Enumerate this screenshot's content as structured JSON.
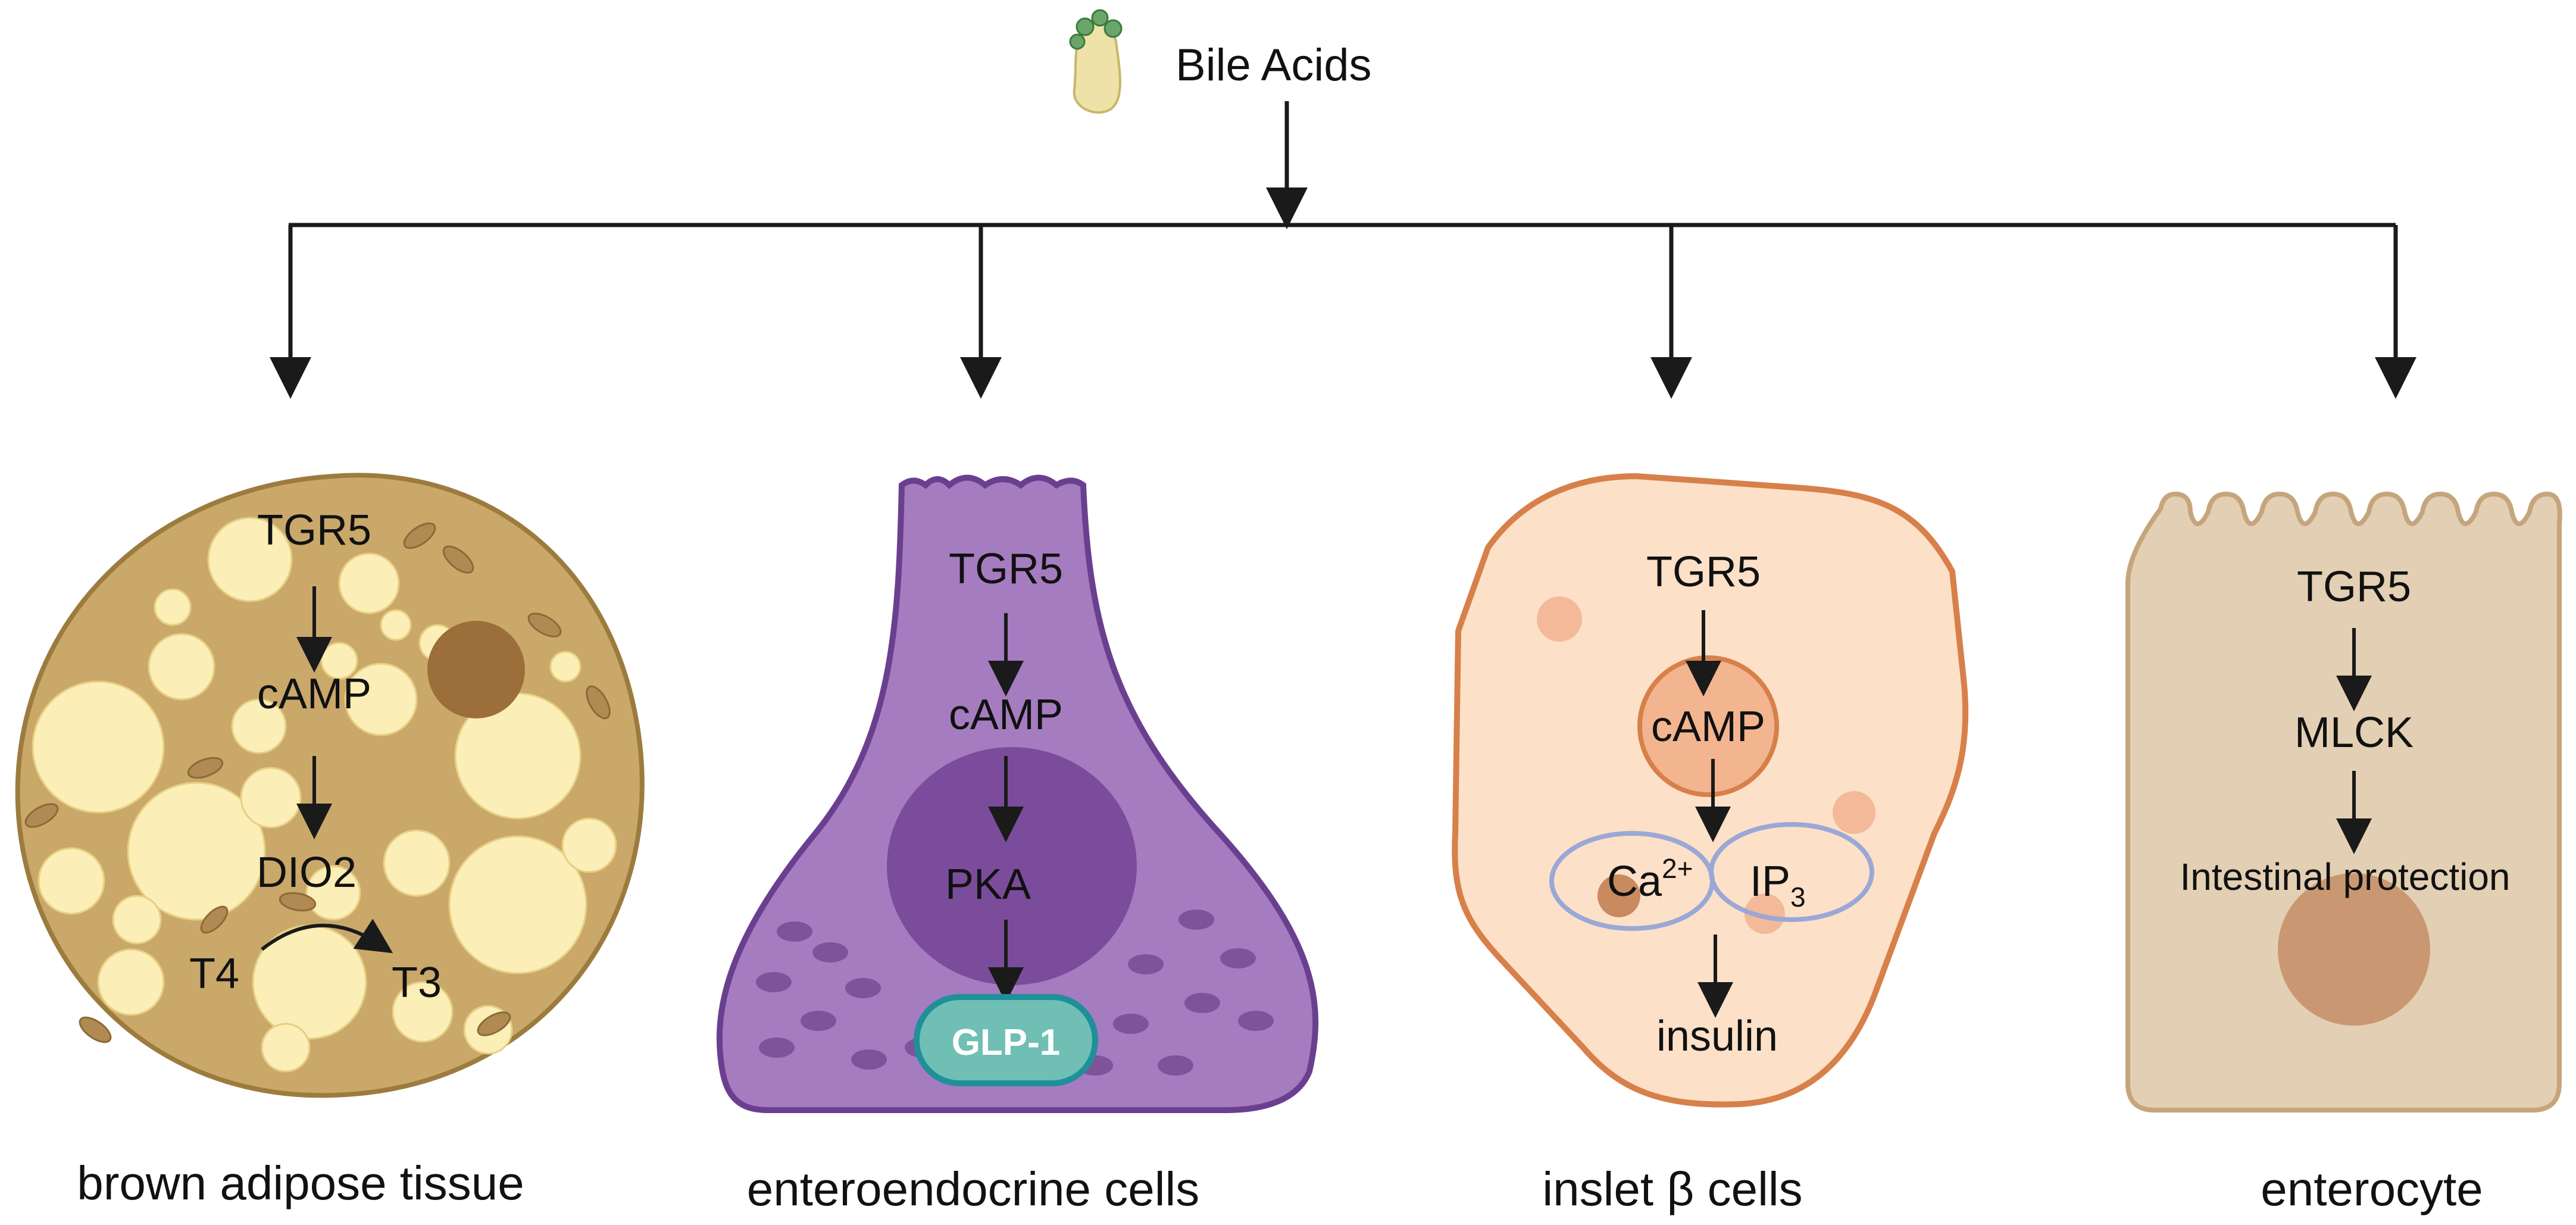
{
  "source": {
    "label": "Bile Acids"
  },
  "targets": [
    {
      "id": "brown-adipose",
      "caption": "brown adipose tissue",
      "steps": [
        "TGR5",
        "cAMP",
        "DIO2"
      ],
      "conversion": {
        "from": "T4",
        "to": "T3"
      },
      "colors": {
        "cell": "#c9a86a",
        "border": "#9c7c3e",
        "lipid": "#fbeeb6",
        "nucleus": "#9b6e3a"
      }
    },
    {
      "id": "enteroendocrine",
      "caption": "enteroendocrine cells",
      "steps": [
        "TGR5",
        "cAMP",
        "PKA"
      ],
      "product": "GLP-1",
      "colors": {
        "cell": "#a57cc0",
        "border": "#6b3f8f",
        "nucleus": "#7b4c9b",
        "product": "#6fbfb4"
      }
    },
    {
      "id": "islet-beta",
      "caption": "inslet β cells",
      "steps": [
        "TGR5",
        "cAMP"
      ],
      "second_messengers": {
        "calcium": "Ca",
        "calcium_sup": "2+",
        "ip": "IP",
        "ip_sub": "3"
      },
      "product": "insulin",
      "colors": {
        "cell": "#fde0c8",
        "border": "#d7804a",
        "vesicle": "#f3b998",
        "ring": "#9aa8d6"
      }
    },
    {
      "id": "enterocyte",
      "caption": "enterocyte",
      "steps": [
        "TGR5",
        "MLCK",
        "Intestinal protection"
      ],
      "colors": {
        "cell": "#e3cfb3",
        "border": "#c5a57c",
        "nucleus": "#c99872"
      }
    }
  ]
}
